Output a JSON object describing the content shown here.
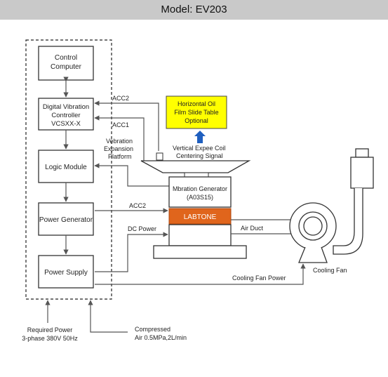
{
  "header": {
    "title": "Model: EV203"
  },
  "colors": {
    "labtone": "#e0651c",
    "optional_box": "#ffff00",
    "up_arrow": "#1f5fbf",
    "line": "#555555"
  },
  "blocks": {
    "control_computer": [
      "Control",
      "Computer"
    ],
    "vibration_controller": [
      "Digital Vibration",
      "Controller",
      "VCSXX-X"
    ],
    "logic_module": [
      "Logic Module"
    ],
    "power_generator": [
      "Power Generator"
    ],
    "power_supply": [
      "Power Supply"
    ],
    "optional_table": [
      "Horizontal Oil",
      "Film Slide Table",
      "Optional"
    ],
    "vibration_generator": [
      "Mbration Generator",
      "(A03S15)"
    ],
    "labtone": "LABTONE"
  },
  "labels": {
    "acc2_top": "ACC2",
    "acc1": "ACC1",
    "platform": [
      "Vebration",
      "Expansion",
      "Platform"
    ],
    "coil": [
      "Vertical Expee Coil",
      "Centering Signal"
    ],
    "acc2_mid": "ACC2",
    "dc_power": "DC Power",
    "air_duct": "Air Duct",
    "cooling_fan": "Cooling Fan",
    "cooling_fan_power": "Cooling Fan Power",
    "required_power": [
      "Required Power",
      "3-phase 380V 50Hz"
    ],
    "compressed_air": [
      "Compressed",
      "Air 0.5MPa,2L/min"
    ]
  },
  "icons": [
    "up-arrow-icon",
    "cooling-fan-icon"
  ]
}
